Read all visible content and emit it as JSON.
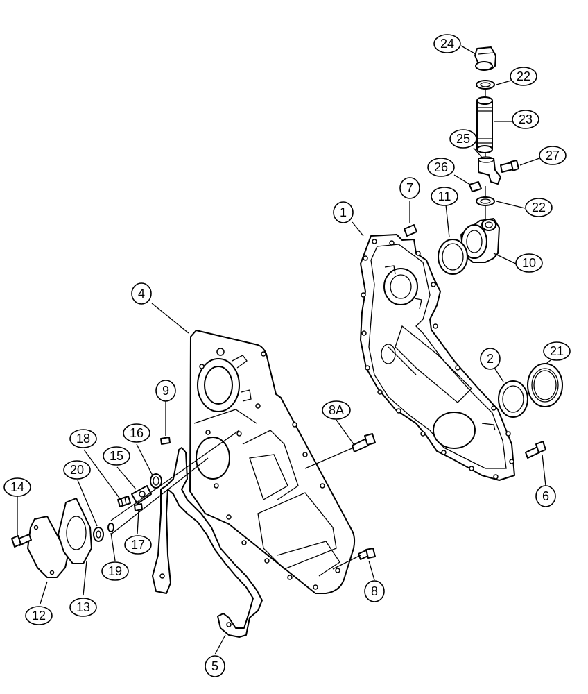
{
  "callouts": [
    {
      "id": "c24",
      "label": "24"
    },
    {
      "id": "c22a",
      "label": "22"
    },
    {
      "id": "c23",
      "label": "23"
    },
    {
      "id": "c25",
      "label": "25"
    },
    {
      "id": "c27",
      "label": "27"
    },
    {
      "id": "c26",
      "label": "26"
    },
    {
      "id": "c7",
      "label": "7"
    },
    {
      "id": "c11",
      "label": "11"
    },
    {
      "id": "c22b",
      "label": "22"
    },
    {
      "id": "c1",
      "label": "1"
    },
    {
      "id": "c10",
      "label": "10"
    },
    {
      "id": "c4",
      "label": "4"
    },
    {
      "id": "c2",
      "label": "2"
    },
    {
      "id": "c21",
      "label": "21"
    },
    {
      "id": "c9",
      "label": "9"
    },
    {
      "id": "c8A",
      "label": "8A"
    },
    {
      "id": "c18",
      "label": "18"
    },
    {
      "id": "c16",
      "label": "16"
    },
    {
      "id": "c15",
      "label": "15"
    },
    {
      "id": "c20",
      "label": "20"
    },
    {
      "id": "c14",
      "label": "14"
    },
    {
      "id": "c6",
      "label": "6"
    },
    {
      "id": "c17",
      "label": "17"
    },
    {
      "id": "c19",
      "label": "19"
    },
    {
      "id": "c13",
      "label": "13"
    },
    {
      "id": "c12",
      "label": "12"
    },
    {
      "id": "c8",
      "label": "8"
    },
    {
      "id": "c5",
      "label": "5"
    }
  ]
}
